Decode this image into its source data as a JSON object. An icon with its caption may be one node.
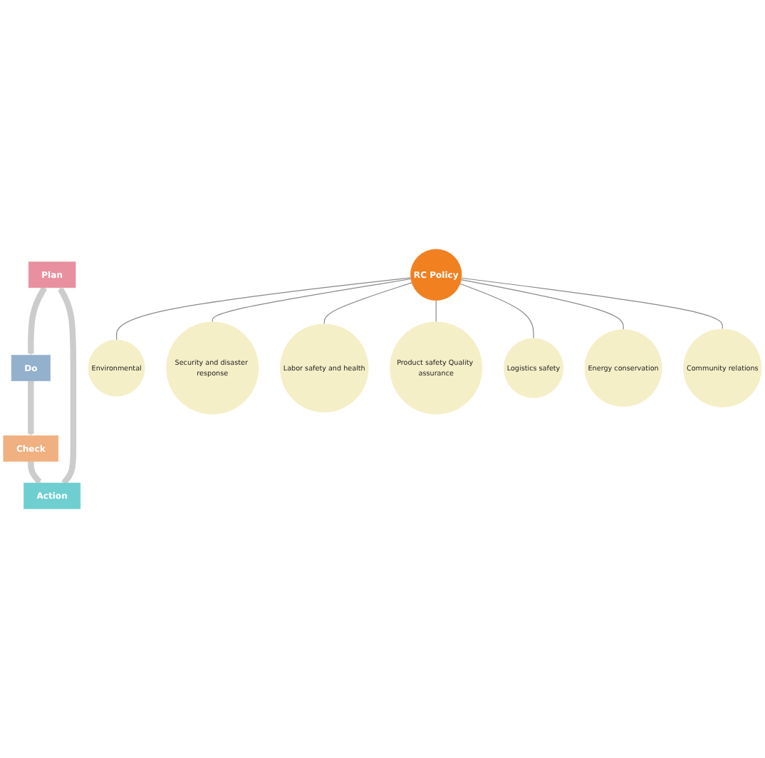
{
  "diagram": {
    "nodes": [
      {
        "text": [
          "Plan"
        ]
      },
      {
        "text": [
          "Do"
        ]
      },
      {
        "text": [
          "Check"
        ]
      },
      {
        "text": [
          "Action"
        ]
      },
      {
        "text": [
          "RC Policy"
        ]
      },
      {
        "text": [
          "Environmental"
        ]
      },
      {
        "text": [
          "Security and disaster response"
        ]
      },
      {
        "text": [
          "Labor safety and health"
        ]
      },
      {
        "text": [
          "Product safety Quality assurance"
        ]
      },
      {
        "text": [
          "Logistics safety"
        ]
      },
      {
        "text": [
          "Energy conservation"
        ]
      },
      {
        "text": [
          "Community relations"
        ]
      }
    ],
    "edges": [
      {
        "from": 0,
        "to": 1,
        "arrow": "to",
        "style": "thick",
        "color": "#cccccc"
      },
      {
        "from": 1,
        "to": 2,
        "arrow": "to",
        "style": "thick",
        "color": "#cccccc"
      },
      {
        "from": 2,
        "to": 3,
        "arrow": "to",
        "style": "thick",
        "color": "#cccccc"
      },
      {
        "from": 3,
        "to": 0,
        "arrow": "to",
        "style": "thick",
        "color": "#cccccc"
      },
      {
        "from": 4,
        "to": 5,
        "arrow": "none"
      },
      {
        "from": 4,
        "to": 6,
        "arrow": "none"
      },
      {
        "from": 4,
        "to": 7,
        "arrow": "none"
      },
      {
        "from": 4,
        "to": 8,
        "arrow": "none"
      },
      {
        "from": 4,
        "to": 9,
        "arrow": "none"
      },
      {
        "from": 4,
        "to": 10,
        "arrow": "none"
      },
      {
        "from": 4,
        "to": 11,
        "arrow": "none"
      }
    ]
  }
}
